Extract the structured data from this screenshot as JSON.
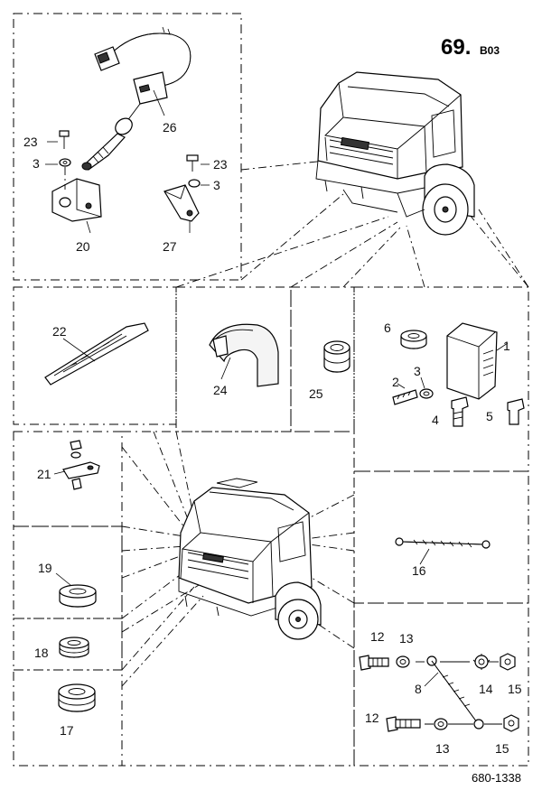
{
  "header": {
    "page_number": "69.",
    "section": "B03"
  },
  "footer": {
    "drawing_code": "680-1338"
  },
  "callouts": {
    "p1": "1",
    "p2": "2",
    "p3a": "3",
    "p3b": "3",
    "p3c": "3",
    "p4": "4",
    "p5": "5",
    "p6": "6",
    "p8": "8",
    "p12a": "12",
    "p12b": "12",
    "p13a": "13",
    "p13b": "13",
    "p14": "14",
    "p15a": "15",
    "p15b": "15",
    "p16": "16",
    "p17": "17",
    "p18": "18",
    "p19": "19",
    "p20": "20",
    "p21": "21",
    "p22": "22",
    "p23a": "23",
    "p23b": "23",
    "p24": "24",
    "p25": "25",
    "p26": "26",
    "p27": "27"
  }
}
